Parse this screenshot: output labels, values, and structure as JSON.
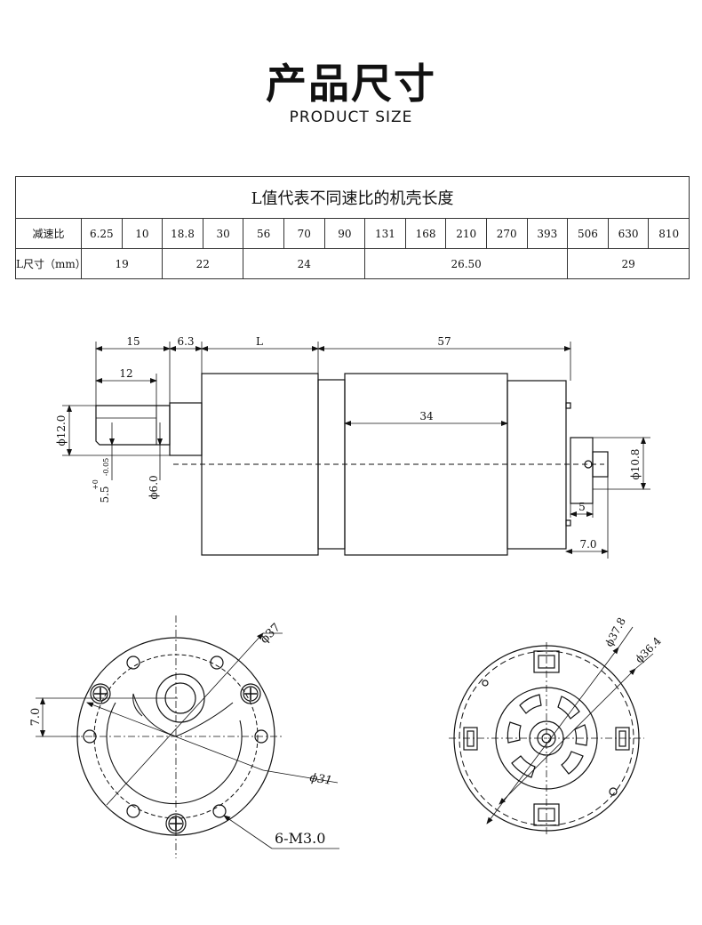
{
  "header": {
    "title": "产品尺寸",
    "subtitle": "PRODUCT SIZE"
  },
  "spec_table": {
    "caption": "L值代表不同速比的机壳长度",
    "ratio_label": "减速比",
    "ratios": [
      "6.25",
      "10",
      "18.8",
      "30",
      "56",
      "70",
      "90",
      "131",
      "168",
      "210",
      "270",
      "393",
      "506",
      "630",
      "810"
    ],
    "length_label": "L尺寸（mm）",
    "lengths": [
      {
        "value": "19",
        "span": 2
      },
      {
        "value": "22",
        "span": 2
      },
      {
        "value": "24",
        "span": 3
      },
      {
        "value": "26.50",
        "span": 5
      },
      {
        "value": "29",
        "span": 3
      }
    ]
  },
  "side_view": {
    "dims": {
      "d15": "15",
      "d6_3": "6.3",
      "dL": "L",
      "d57": "57",
      "d12": "12",
      "d34": "34",
      "dia12": "ϕ12.0",
      "dim55": "5.5",
      "tol_up": "+0",
      "tol_down": "-0.05",
      "dia6": "ϕ6.0",
      "dia10_8": "ϕ10.8",
      "d5": "5",
      "d7": "7.0"
    }
  },
  "front_view": {
    "dims": {
      "dia37": "ϕ37",
      "d7": "7.0",
      "dia31": "ϕ31",
      "thread": "6-M3.0"
    }
  },
  "rear_view": {
    "dims": {
      "dia37_8": "ϕ37.8",
      "dia36_4": "ϕ36.4"
    }
  }
}
